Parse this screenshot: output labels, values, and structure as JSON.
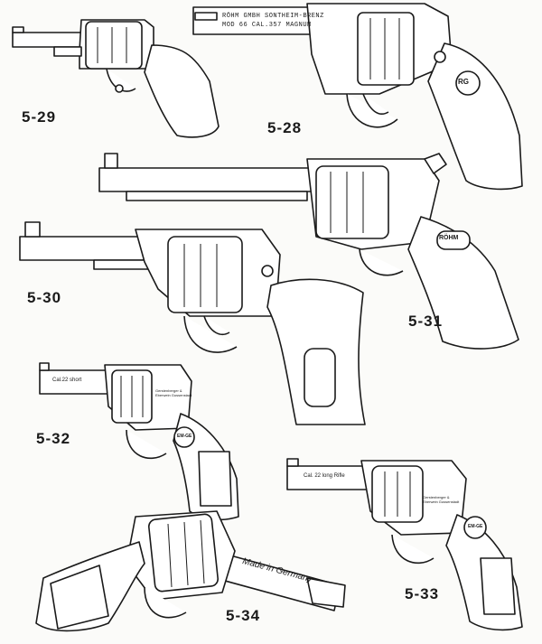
{
  "figures": [
    {
      "id": "5-29",
      "label": "5-29",
      "engraving": []
    },
    {
      "id": "5-28",
      "label": "5-28",
      "engraving": [
        "RÖHM GMBH SONTHEIM-BRENZ",
        "MOD 66 CAL.357 MAGNUM"
      ],
      "grip_logo": "RG"
    },
    {
      "id": "5-31",
      "label": "5-31",
      "engraving": [],
      "grip_logo": "RÖHM"
    },
    {
      "id": "5-30",
      "label": "5-30",
      "engraving": []
    },
    {
      "id": "5-32",
      "label": "5-32",
      "engraving": [
        "Cal.22 short",
        "Gerstenberger & Eberwein Gussenstadt"
      ],
      "grip_logo": "EM-GE"
    },
    {
      "id": "5-33",
      "label": "5-33",
      "engraving": [
        "Cal. 22 long Rifle",
        "Gerstenberger & Eberwein Gussenstadt"
      ],
      "grip_logo": "EM-GE"
    },
    {
      "id": "5-34",
      "label": "5-34",
      "engraving": [
        "Made in Germany"
      ]
    }
  ],
  "colors": {
    "ink": "#1a1a1a",
    "paper": "#fbfbf9",
    "shade": "#3a3a3a"
  }
}
